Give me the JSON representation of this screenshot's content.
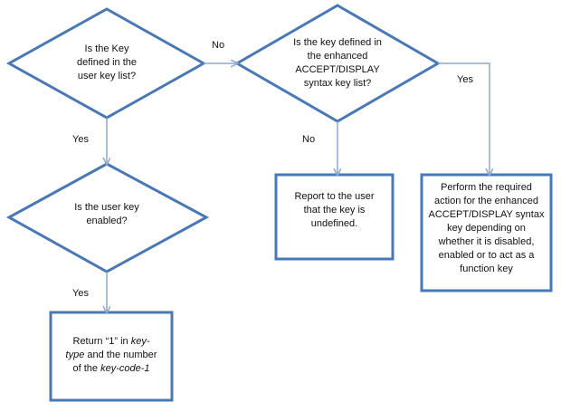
{
  "nodes": {
    "user_key_list": {
      "lines": [
        "Is the Key",
        "defined in the",
        "user key list?"
      ]
    },
    "enhanced_list": {
      "lines": [
        "Is the key defined in",
        "the enhanced",
        "ACCEPT/DISPLAY",
        "syntax key list?"
      ]
    },
    "user_key_enabled": {
      "lines": [
        "Is the user key",
        "enabled?"
      ]
    },
    "report_undefined": {
      "lines": [
        "Report to the user",
        "that the key is",
        "undefined."
      ]
    },
    "perform_action": {
      "lines": [
        "Perform the required",
        "action for the enhanced",
        "ACCEPT/DISPLAY syntax",
        "key depending on",
        "whether it is disabled,",
        "enabled or to act as a",
        "function key"
      ]
    },
    "return_result": {
      "line1": "Return “1” in",
      "key_word": "key-",
      "type_word": "type",
      "line2_rest": " and the number",
      "line3_pre": "of the ",
      "key_code": "key-code-1"
    }
  },
  "edges": {
    "no_to_enhanced": "No",
    "yes_to_enabled": "Yes",
    "yes_to_return": "Yes",
    "no_to_report": "No",
    "yes_to_perform": "Yes"
  },
  "colors": {
    "shape_stroke": "#4a78b5",
    "arrow": "#8ea9cc"
  }
}
